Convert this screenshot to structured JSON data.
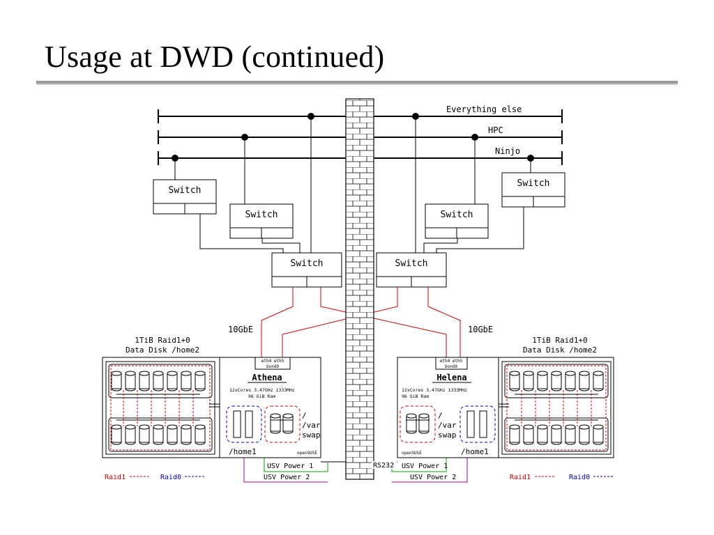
{
  "title": "Usage at DWD (continued)",
  "networks": {
    "everything_else": "Everything else",
    "hpc": "HPC",
    "ninjo": "Ninjo"
  },
  "switch_label": "Switch",
  "link_speed_left": "10GbE",
  "link_speed_right": "10GbE",
  "left": {
    "storage_title": "1TiB Raid1+0",
    "storage_subtitle": "Data Disk /home2",
    "host": "Athena",
    "spec_line1": "12xCores 3.47GHz 1333MHz",
    "spec_line2": "96 GiB Ram",
    "nic_top": "eth4 eth5",
    "nic_bottom": "bond0",
    "home": "/home1",
    "mount_root": "/",
    "mount_var": "/var",
    "mount_swap": "swap",
    "model": "openSUSE"
  },
  "right": {
    "storage_title": "1TiB Raid1+0",
    "storage_subtitle": "Data Disk /home2",
    "host": "Helena",
    "spec_line1": "12xCores 3.47GHz 1333MHz",
    "spec_line2": "96 GiB Ram",
    "nic_top": "eth4 eth5",
    "nic_bottom": "bond0",
    "home": "/home1",
    "mount_root": "/",
    "mount_var": "/var",
    "mount_swap": "swap",
    "model": "openSUSE"
  },
  "power": {
    "rs232": "RS232",
    "usv1": "USV Power 1",
    "usv2": "USV Power 2"
  },
  "legend": {
    "raid1": "Raid1",
    "raid0": "Raid0"
  },
  "colors": {
    "raid1": "#d00000",
    "raid0": "#0000c0",
    "link": "#cc0000",
    "usv1": "#00a000",
    "usv2": "#a000a0"
  }
}
